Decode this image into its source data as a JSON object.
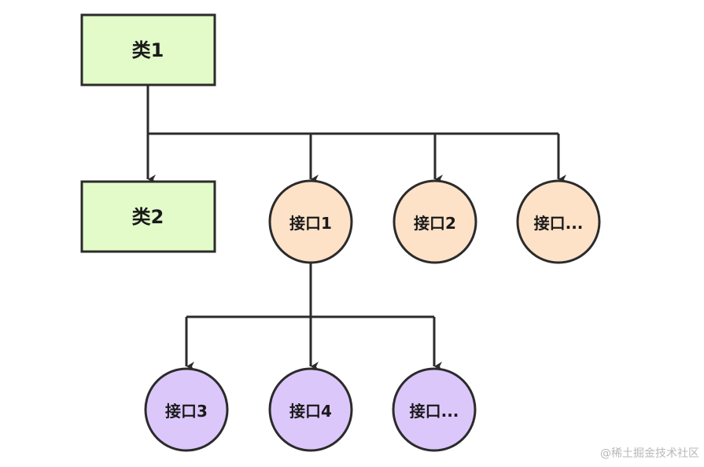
{
  "colors": {
    "class_fill": "#e2fbc9",
    "interface_fill_level1": "#fde2c8",
    "interface_fill_level2": "#dcc7fb",
    "stroke": "#2b2b2b"
  },
  "diagram": {
    "classes": [
      {
        "id": "class1",
        "label": "类1"
      },
      {
        "id": "class2",
        "label": "类2"
      }
    ],
    "interfaces": [
      {
        "id": "if1",
        "label": "接口1"
      },
      {
        "id": "if2",
        "label": "接口2"
      },
      {
        "id": "if_more_a",
        "label": "接口..."
      },
      {
        "id": "if3",
        "label": "接口3"
      },
      {
        "id": "if4",
        "label": "接口4"
      },
      {
        "id": "if_more_b",
        "label": "接口..."
      }
    ],
    "edges": [
      {
        "from": "class1",
        "to": "class2"
      },
      {
        "from": "class1",
        "to": "if1"
      },
      {
        "from": "class1",
        "to": "if2"
      },
      {
        "from": "class1",
        "to": "if_more_a"
      },
      {
        "from": "if1",
        "to": "if3"
      },
      {
        "from": "if1",
        "to": "if4"
      },
      {
        "from": "if1",
        "to": "if_more_b"
      }
    ]
  },
  "watermark": "@稀土掘金技术社区"
}
